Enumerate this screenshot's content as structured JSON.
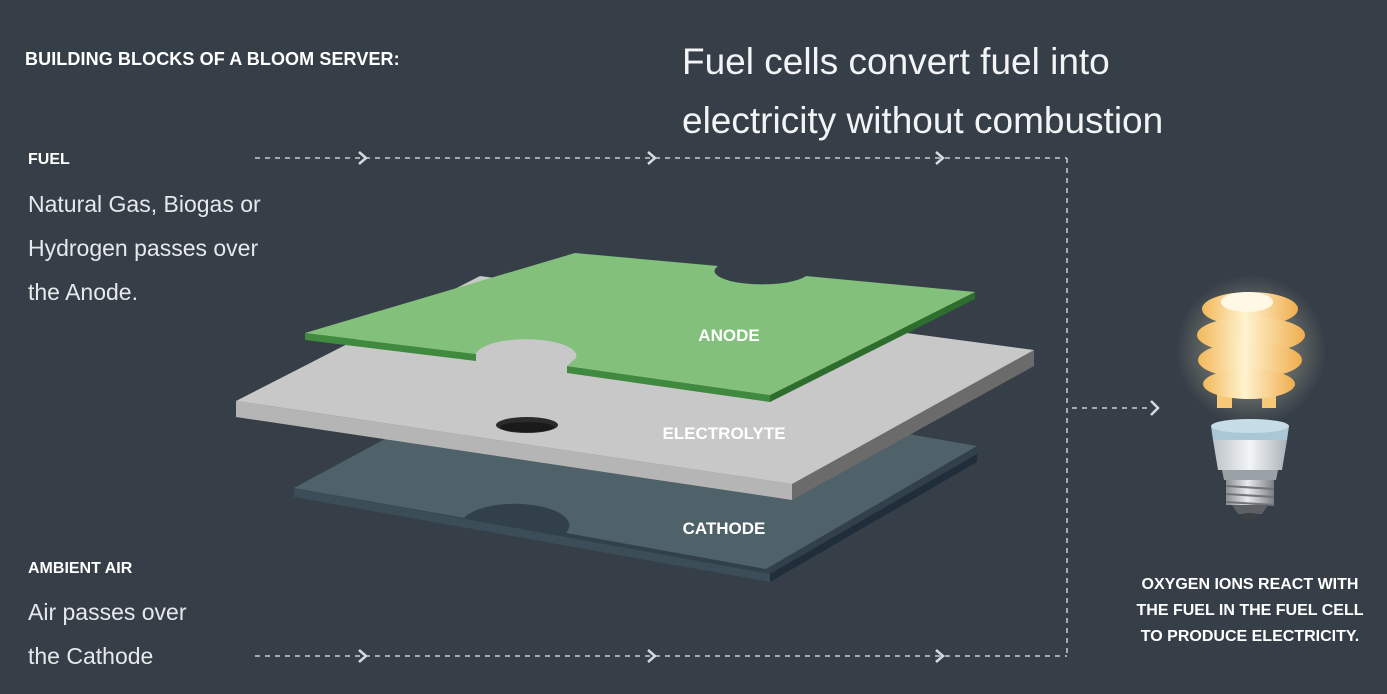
{
  "heading": "BUILDING BLOCKS OF A BLOOM SERVER:",
  "headline": {
    "line1": "Fuel cells convert fuel into",
    "line2": "electricity without combustion"
  },
  "fuel": {
    "title": "FUEL",
    "line1": "Natural Gas, Biogas or",
    "line2": "Hydrogen passes over",
    "line3": "the Anode."
  },
  "air": {
    "title": "AMBIENT AIR",
    "line1": "Air passes over",
    "line2": "the Cathode"
  },
  "layers": {
    "anode": "ANODE",
    "electrolyte": "ELECTROLYTE",
    "cathode": "CATHODE"
  },
  "result": {
    "line1": "OXYGEN IONS REACT WITH",
    "line2": "THE FUEL IN THE FUEL CELL",
    "line3": "TO PRODUCE ELECTRICITY."
  },
  "colors": {
    "background": "#363f48",
    "anode": "#7fc078",
    "electrolyte": "#c4c4c4",
    "cathode": "#4e6069",
    "flow_line": "#c9ced3"
  },
  "icons": {
    "bulb": "cfl-light-bulb-icon",
    "arrow": "chevron-right-icon"
  }
}
